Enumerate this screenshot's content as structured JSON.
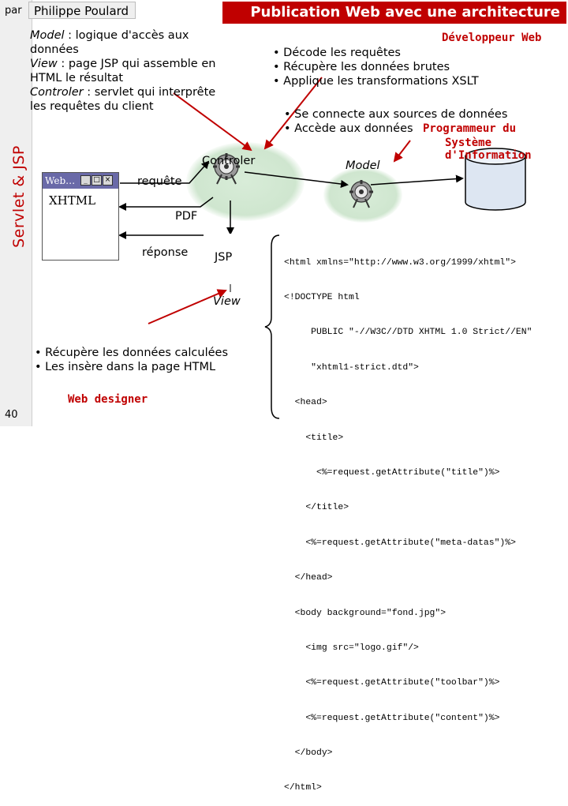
{
  "header": {
    "par": "par",
    "author": "Philippe Poulard",
    "title": "Publication Web avec une architecture MVC"
  },
  "sidebar": {
    "title": "Servlet & JSP",
    "page_number": "40"
  },
  "mvc": {
    "model_term": "Model",
    "model_desc": " : logique d'accès aux données",
    "view_term": "View",
    "view_desc": " : page JSP qui assemble en HTML le résultat",
    "controler_term": "Controler",
    "controler_desc": " : servlet qui interprête les requêtes du client"
  },
  "web_dev": {
    "role": "Développeur Web",
    "items": [
      "• Décode les requêtes",
      "• Récupère les données brutes",
      "• Applique les transformations XSLT"
    ]
  },
  "si_dev": {
    "items": [
      "• Se connecte aux sources de données",
      "• Accède aux données"
    ],
    "role_line1": "Programmeur du",
    "role_line2": "Système d'Information"
  },
  "nodes": {
    "controler": "Controler",
    "model": "Model",
    "jsp": "JSP",
    "view": "View"
  },
  "flows": {
    "requete": "requête",
    "pdf": "PDF",
    "reponse": "réponse"
  },
  "browser": {
    "title": "Web…",
    "content": "XHTML"
  },
  "designer": {
    "items": [
      "• Récupère les données calculées",
      "• Les insère dans la page HTML"
    ],
    "role": "Web designer"
  },
  "code_lines": [
    "<html xmlns=\"http://www.w3.org/1999/xhtml\">",
    "<!DOCTYPE html",
    "     PUBLIC \"-//W3C//DTD XHTML 1.0 Strict//EN\"",
    "     \"xhtml1-strict.dtd\">",
    "  <head>",
    "    <title>",
    "      <%=request.getAttribute(\"title\")%>",
    "    </title>",
    "    <%=request.getAttribute(\"meta-datas\")%>",
    "  </head>",
    "  <body background=\"fond.jpg\">",
    "    <img src=\"logo.gif\"/>",
    "    <%=request.getAttribute(\"toolbar\")%>",
    "    <%=request.getAttribute(\"content\")%>",
    "  </body>",
    "</html>"
  ],
  "colors": {
    "accent_red": "#c00000",
    "banner_text": "#ffffff",
    "browser_titlebar": "#6a6aa8",
    "db_fill": "#dde6f2",
    "lens_green": "#cfe6cf"
  }
}
